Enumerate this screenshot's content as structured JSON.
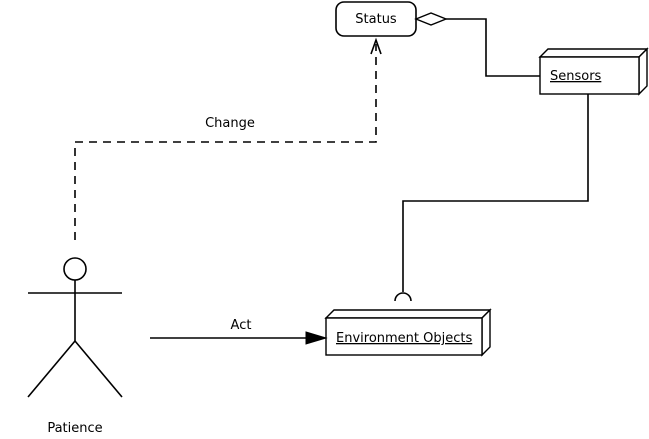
{
  "nodes": {
    "status": {
      "label": "Status"
    },
    "sensors": {
      "label": "Sensors"
    },
    "environment": {
      "label": "Environment Objects"
    },
    "actor": {
      "label": "Patience"
    }
  },
  "edges": {
    "change": {
      "label": "Change"
    },
    "act": {
      "label": "Act"
    }
  },
  "colors": {
    "stroke": "#000000",
    "background": "#ffffff"
  }
}
